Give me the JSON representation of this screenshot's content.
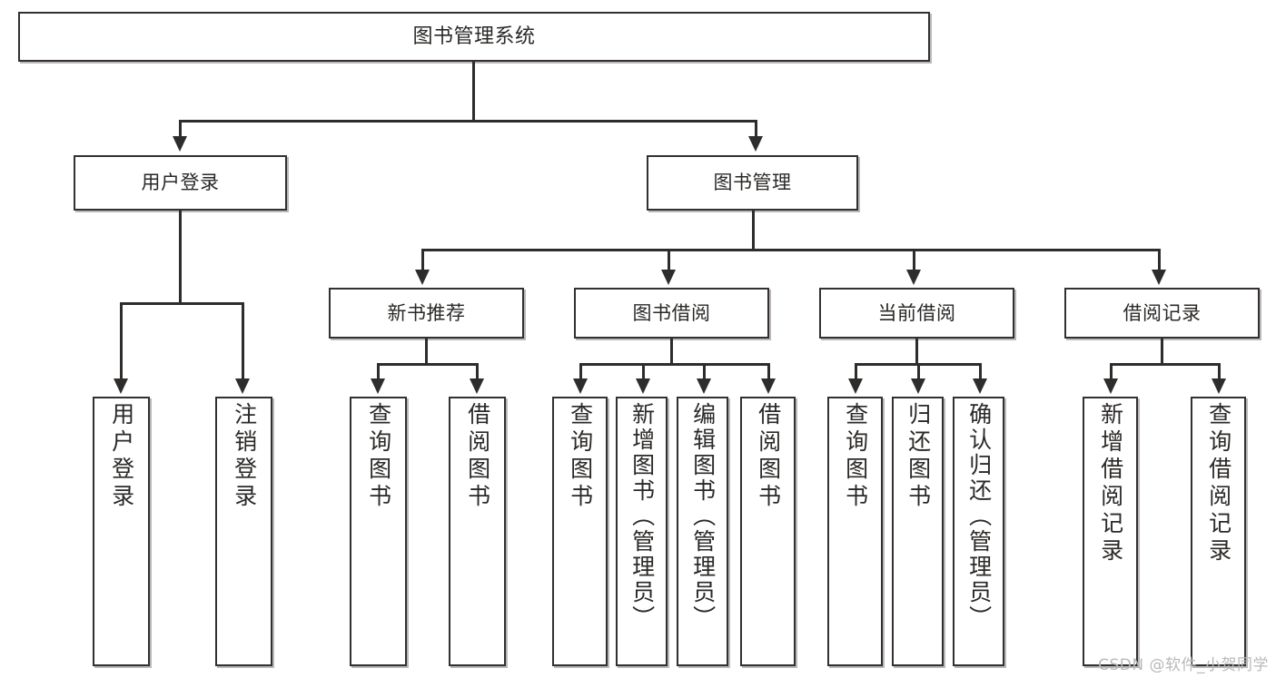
{
  "diagram": {
    "type": "hierarchy-tree",
    "title": "图书管理系统",
    "watermark": "CSDN @软件_小贺同学",
    "colors": {
      "box_border": "#33302f",
      "box_fill": "#ffffff",
      "line": "#2f2d2c",
      "text": "#2b2927",
      "watermark": "#b9b9b9",
      "background": "#ffffff"
    },
    "levels": {
      "root": {
        "label": "图书管理系统"
      },
      "level2": [
        {
          "label": "用户登录"
        },
        {
          "label": "图书管理"
        }
      ],
      "level3": [
        {
          "label": "新书推荐"
        },
        {
          "label": "图书借阅"
        },
        {
          "label": "当前借阅"
        },
        {
          "label": "借阅记录"
        }
      ],
      "leaves": {
        "user_login": [
          {
            "label": "用户登录"
          },
          {
            "label": "注销登录"
          }
        ],
        "new_book": [
          {
            "label": "查询图书"
          },
          {
            "label": "借阅图书"
          }
        ],
        "book_borrow": [
          {
            "label": "查询图书"
          },
          {
            "label": "新增图书（管理员）"
          },
          {
            "label": "编辑图书（管理员）"
          },
          {
            "label": "借阅图书"
          }
        ],
        "current_borrow": [
          {
            "label": "查询图书"
          },
          {
            "label": "归还图书"
          },
          {
            "label": "确认归还（管理员）"
          }
        ],
        "borrow_record": [
          {
            "label": "新增借阅记录"
          },
          {
            "label": "查询借阅记录"
          }
        ]
      }
    }
  }
}
